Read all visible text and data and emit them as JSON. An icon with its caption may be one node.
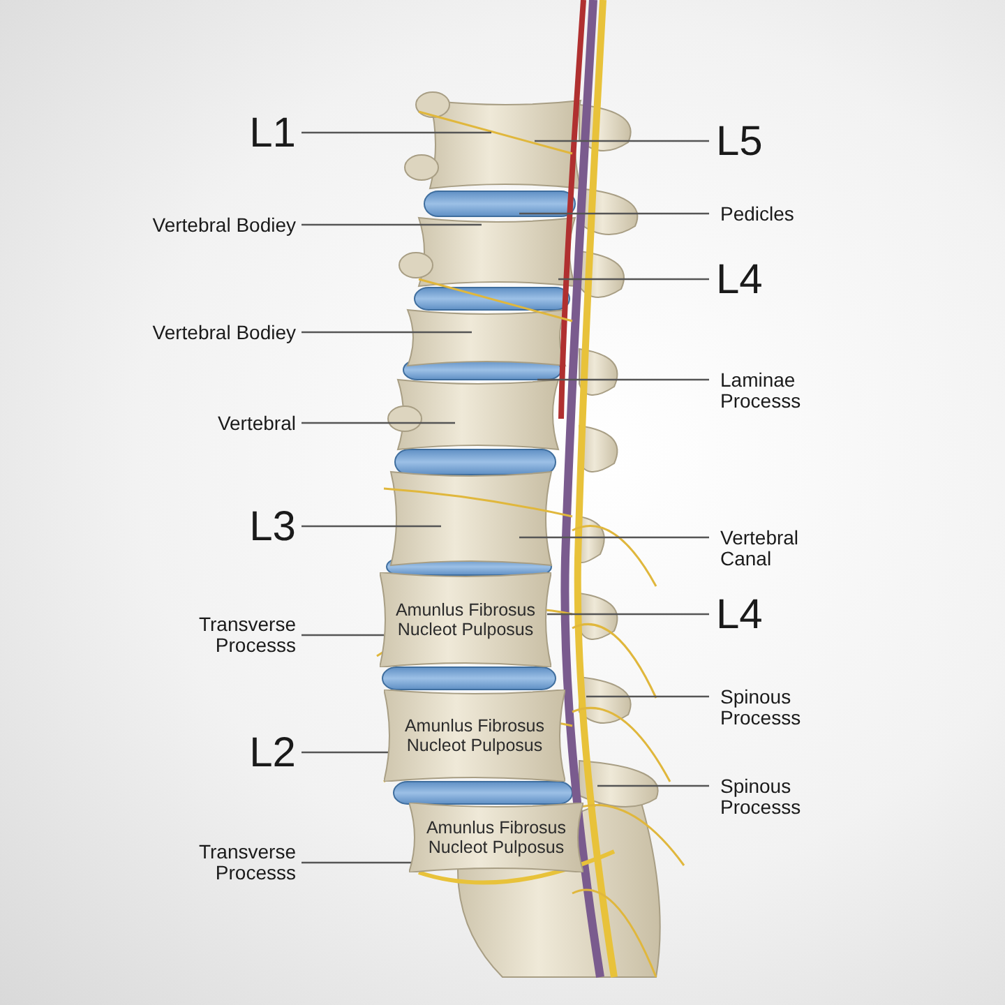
{
  "diagram": {
    "nodes": [
      {
        "text": [
          "L1"
        ]
      },
      {
        "text": [
          "L5"
        ]
      },
      {
        "text": [
          "Pedicles"
        ]
      },
      {
        "text": [
          "Vertebral Bodiey"
        ]
      },
      {
        "text": [
          "L4"
        ]
      },
      {
        "text": [
          "Vertebral Bodiey"
        ]
      },
      {
        "text": [
          "Laminae Processs"
        ]
      },
      {
        "text": [
          "Vertebral"
        ]
      },
      {
        "text": [
          "L3"
        ]
      },
      {
        "text": [
          "Vertebral Canal"
        ]
      },
      {
        "text": [
          "L4"
        ]
      },
      {
        "text": [
          "Transverse Processs"
        ]
      },
      {
        "text": [
          "Spinous Processs"
        ]
      },
      {
        "text": [
          "L2"
        ]
      },
      {
        "text": [
          "Spinous Processs"
        ]
      },
      {
        "text": [
          "Transverse Processs"
        ]
      },
      {
        "text": [
          "Amunlus Fibrosus",
          "Nucleot Pulposus"
        ]
      },
      {
        "text": [
          "Amunlus Fibrosus",
          "Nucleot Pulposus"
        ]
      },
      {
        "text": [
          "Amunlus Fibrosus",
          "Nucleot Pulposus"
        ]
      }
    ],
    "edges": [
      {
        "from": 0,
        "to": null,
        "arrow": "none"
      },
      {
        "from": 1,
        "to": null,
        "arrow": "none"
      },
      {
        "from": 2,
        "to": null,
        "arrow": "none"
      },
      {
        "from": 3,
        "to": null,
        "arrow": "none"
      },
      {
        "from": 4,
        "to": null,
        "arrow": "none"
      },
      {
        "from": 5,
        "to": null,
        "arrow": "none"
      },
      {
        "from": 6,
        "to": null,
        "arrow": "none"
      },
      {
        "from": 7,
        "to": null,
        "arrow": "none"
      },
      {
        "from": 8,
        "to": null,
        "arrow": "none"
      },
      {
        "from": 9,
        "to": null,
        "arrow": "none"
      },
      {
        "from": 10,
        "to": 16,
        "arrow": "none"
      },
      {
        "from": 11,
        "to": 16,
        "arrow": "none"
      },
      {
        "from": 12,
        "to": null,
        "arrow": "none"
      },
      {
        "from": 13,
        "to": 17,
        "arrow": "none"
      },
      {
        "from": 14,
        "to": null,
        "arrow": "none"
      },
      {
        "from": 15,
        "to": 18,
        "arrow": "none"
      }
    ]
  }
}
